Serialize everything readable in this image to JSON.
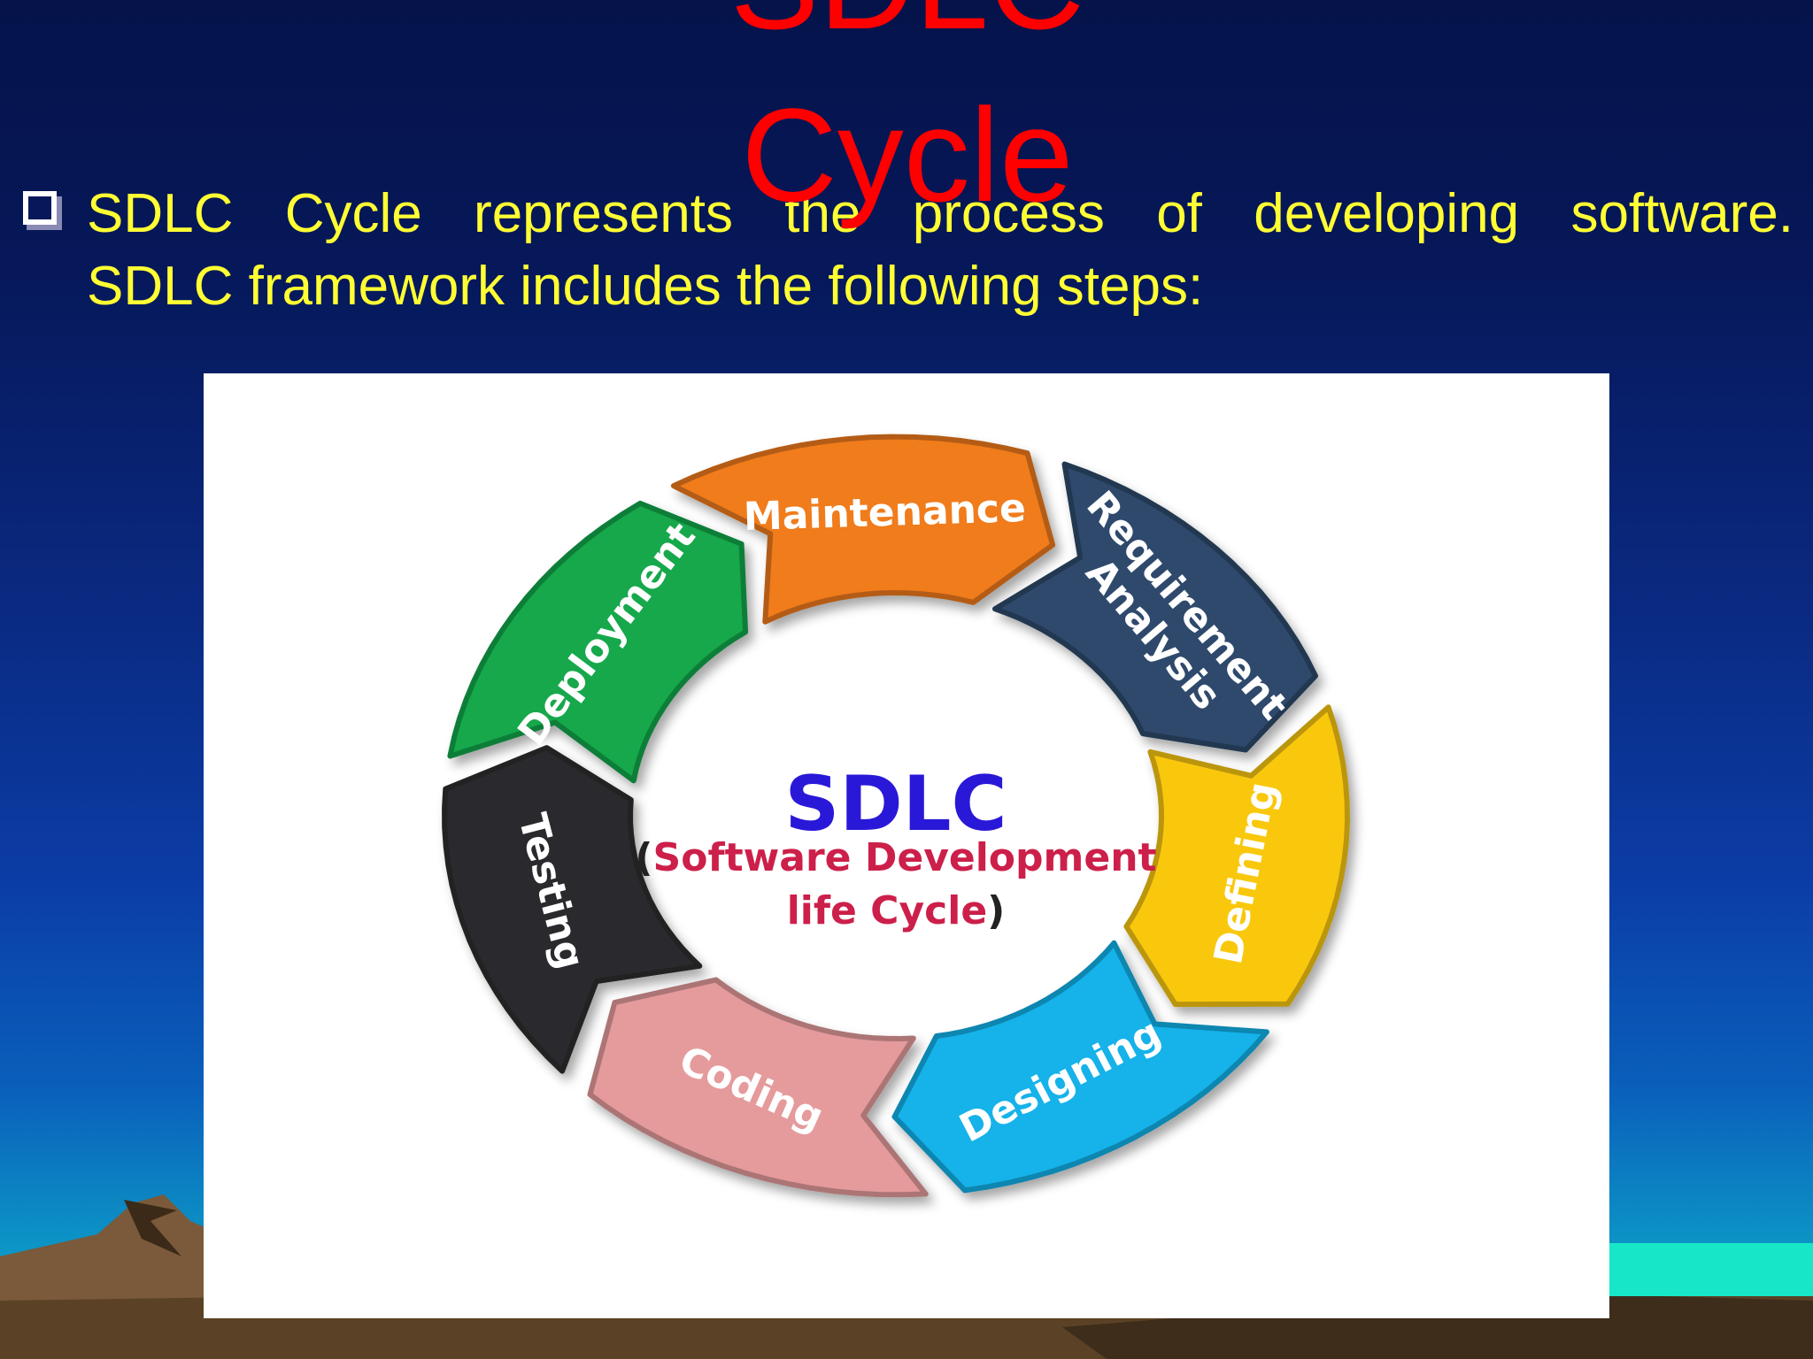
{
  "slide": {
    "title_line1": "SDLC",
    "title_line2": "Cycle",
    "body_line1": "SDLC Cycle represents the process of developing software.",
    "body_line2": "SDLC framework includes the following steps:",
    "bullet_icon": "hollow-square-bullet-icon"
  },
  "diagram": {
    "center_title": "SDLC",
    "center_paren_open": "(",
    "center_subtitle_line1": "Software Development",
    "center_subtitle_line2": "life Cycle",
    "center_paren_close": ")",
    "stages": [
      {
        "label": "Maintenance",
        "color": "#f07b1a"
      },
      {
        "label_line1": "Requirement",
        "label_line2": "Analysis",
        "color": "#2f4a6c"
      },
      {
        "label": "Defining",
        "color": "#f9c80e"
      },
      {
        "label": "Designing",
        "color": "#12b2ea"
      },
      {
        "label": "Coding",
        "color": "#e59a9c"
      },
      {
        "label": "Testing",
        "color": "#2b2b2d"
      },
      {
        "label": "Deployment",
        "color": "#15a84b"
      }
    ]
  },
  "colors": {
    "title": "#ff0000",
    "body_text": "#ffff33",
    "center_title": "#2a18d8",
    "center_subtitle": "#cc1f4a"
  }
}
